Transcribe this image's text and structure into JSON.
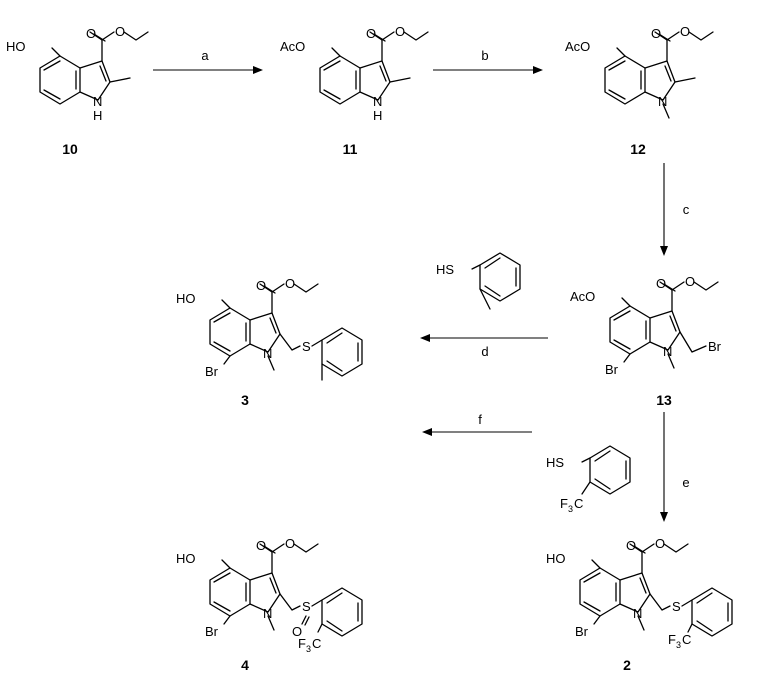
{
  "compounds": [
    {
      "id": "10",
      "label": "10"
    },
    {
      "id": "11",
      "label": "11"
    },
    {
      "id": "12",
      "label": "12"
    },
    {
      "id": "13",
      "label": "13"
    },
    {
      "id": "3",
      "label": "3"
    },
    {
      "id": "2",
      "label": "2"
    },
    {
      "id": "4",
      "label": "4"
    }
  ],
  "steps": [
    {
      "label": "a",
      "from": "10",
      "to": "11"
    },
    {
      "label": "b",
      "from": "11",
      "to": "12"
    },
    {
      "label": "c",
      "from": "12",
      "to": "13"
    },
    {
      "label": "d",
      "from": "13",
      "to": "3",
      "reagent": "2-methylbenzenethiol"
    },
    {
      "label": "e",
      "from": "13",
      "to": "2",
      "reagent": "2-(trifluoromethyl)benzenethiol"
    },
    {
      "label": "f",
      "from": "2",
      "to": "4"
    }
  ],
  "atoms": {
    "HO": "HO",
    "AcO": "AcO",
    "N": "N",
    "H": "H",
    "O": "O",
    "Br": "Br",
    "S": "S",
    "HS": "HS",
    "F3C_main": "F",
    "F3C_sub": "3",
    "F3C_tail": "C"
  }
}
